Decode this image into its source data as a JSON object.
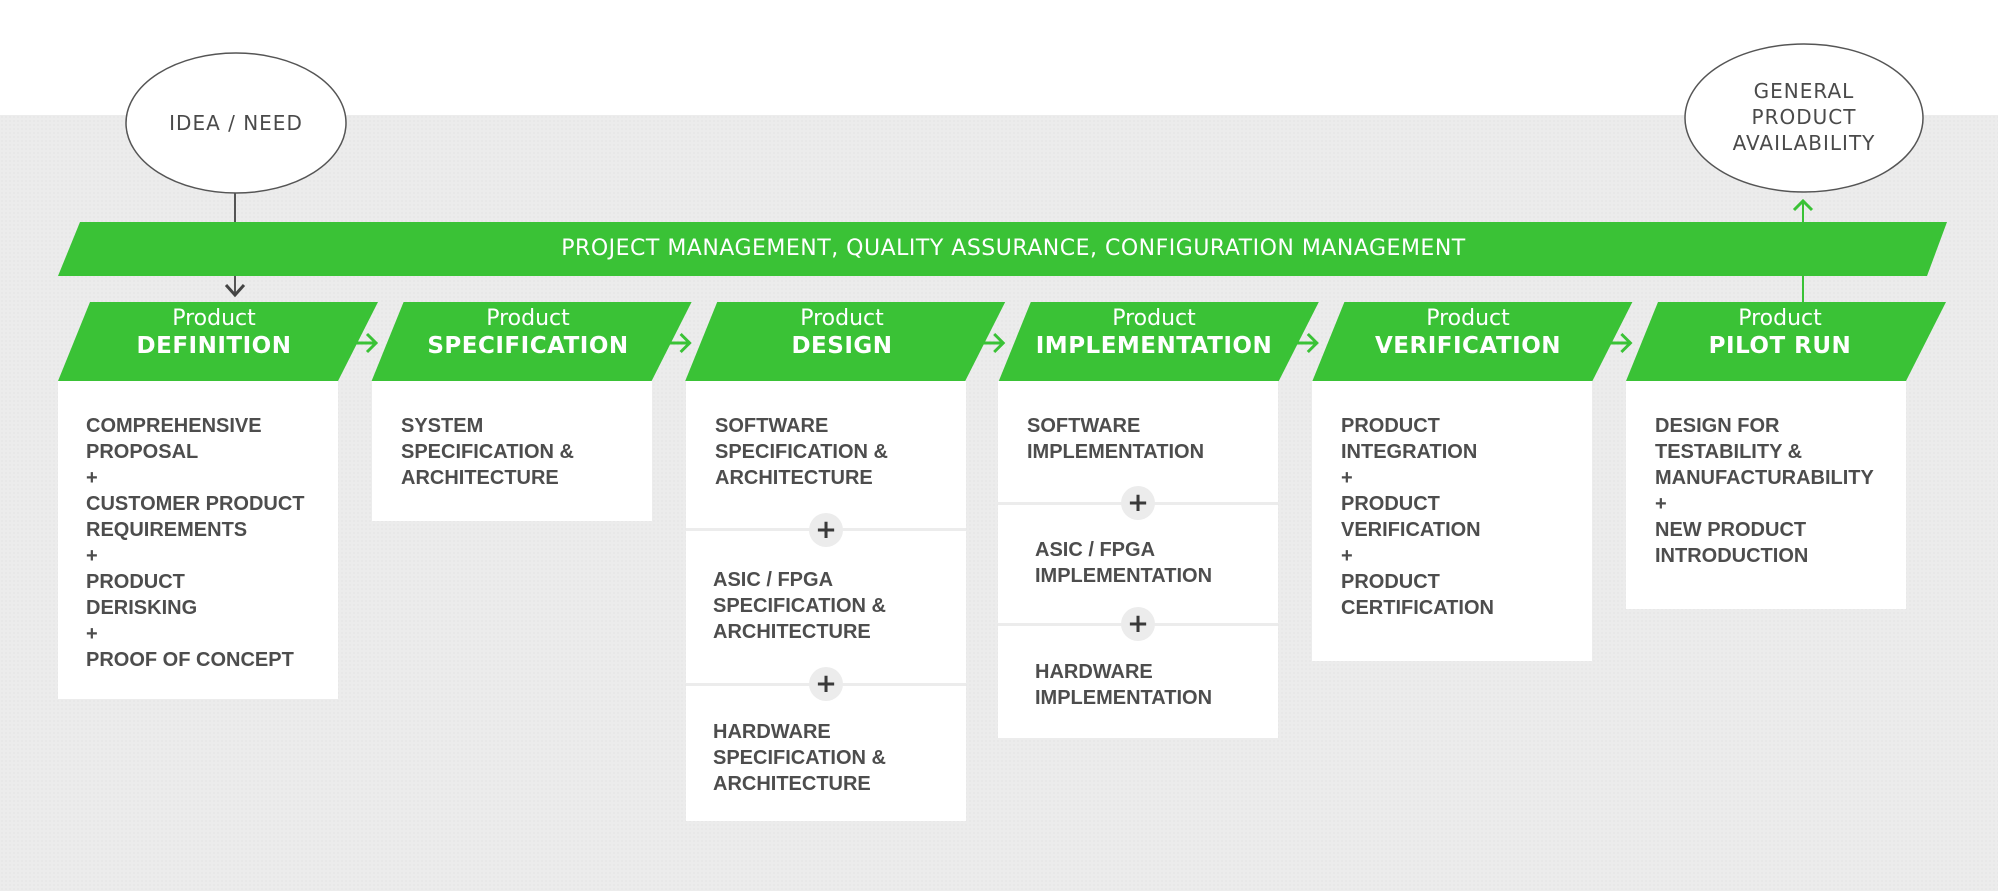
{
  "colors": {
    "accent_green": "#3ac236",
    "background_gray": "#ececec",
    "text_dark": "#4d4d4d"
  },
  "start_node": {
    "label": "IDEA / NEED"
  },
  "end_node": {
    "label_lines": [
      "GENERAL",
      "PRODUCT",
      "AVAILABILITY"
    ]
  },
  "banner": {
    "label": "PROJECT MANAGEMENT, QUALITY ASSURANCE, CONFIGURATION MANAGEMENT"
  },
  "phases": [
    {
      "prefix": "Product",
      "name": "DEFINITION",
      "items": [
        "COMPREHENSIVE\nPROPOSAL\n+\nCUSTOMER PRODUCT\nREQUIREMENTS\n+\nPRODUCT\nDERISKING\n+\nPROOF OF CONCEPT"
      ]
    },
    {
      "prefix": "Product",
      "name": "SPECIFICATION",
      "items": [
        "SYSTEM\nSPECIFICATION &\nARCHITECTURE"
      ]
    },
    {
      "prefix": "Product",
      "name": "DESIGN",
      "items": [
        "SOFTWARE\nSPECIFICATION &\nARCHITECTURE",
        "ASIC / FPGA\nSPECIFICATION &\nARCHITECTURE",
        "HARDWARE\nSPECIFICATION &\nARCHITECTURE"
      ]
    },
    {
      "prefix": "Product",
      "name": "IMPLEMENTATION",
      "items": [
        "SOFTWARE\nIMPLEMENTATION",
        "ASIC / FPGA\nIMPLEMENTATION",
        "HARDWARE\nIMPLEMENTATION"
      ]
    },
    {
      "prefix": "Product",
      "name": "VERIFICATION",
      "items": [
        "PRODUCT\nINTEGRATION\n+\nPRODUCT\nVERIFICATION\n+\nPRODUCT\nCERTIFICATION"
      ]
    },
    {
      "prefix": "Product",
      "name": "PILOT RUN",
      "items": [
        "DESIGN FOR\nTESTABILITY &\nMANUFACTURABILITY\n+\nNEW PRODUCT\nINTRODUCTION"
      ]
    }
  ],
  "connector_symbol": "+"
}
